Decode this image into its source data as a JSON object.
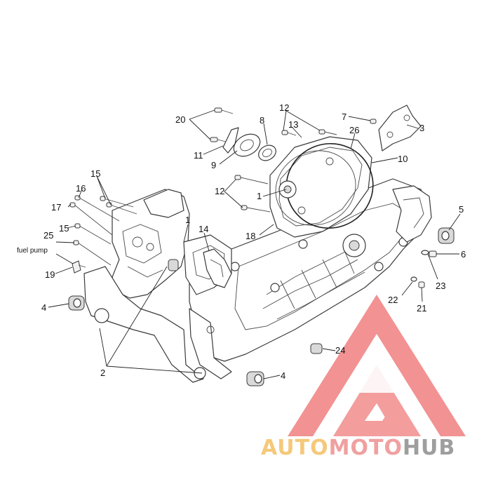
{
  "labels": {
    "l20": "20",
    "l8": "8",
    "l12a": "12",
    "l7": "7",
    "l3": "3",
    "l13": "13",
    "l26": "26",
    "l11": "11",
    "l9": "9",
    "l10": "10",
    "l15a": "15",
    "l16": "16",
    "l12b": "12",
    "l1a": "1",
    "l17": "17",
    "l15b": "15",
    "l1b": "1",
    "l14": "14",
    "l5": "5",
    "l18": "18",
    "l25": "25",
    "fuel_pump": "fuel pump",
    "l19": "19",
    "l6": "6",
    "l23": "23",
    "l4a": "4",
    "l22": "22",
    "l21": "21",
    "l24": "24",
    "l2": "2",
    "l4b": "4"
  },
  "watermark": {
    "part1": "AUTO",
    "part2": "MOTO",
    "part3": "HUB",
    "color1": "#f5c97a",
    "color2": "#f0a0a0",
    "color3": "#9e9e9e",
    "logo_color": "#f08080"
  }
}
